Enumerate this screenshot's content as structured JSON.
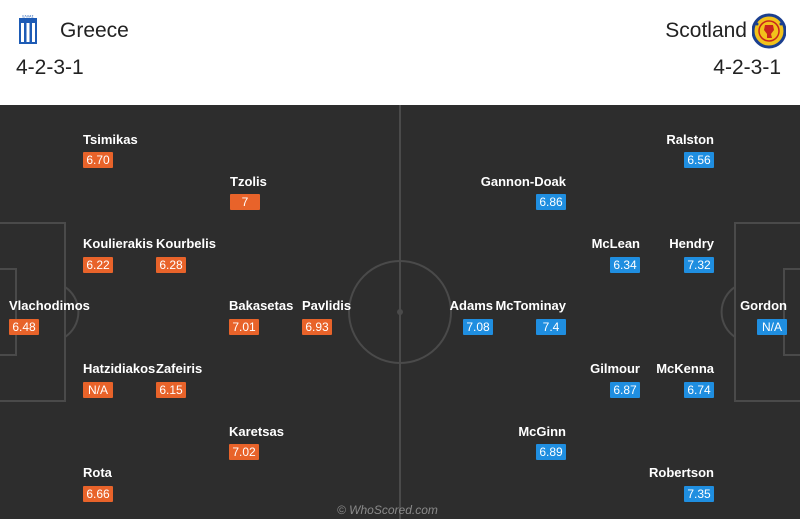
{
  "home": {
    "name": "Greece",
    "formation": "4-2-3-1",
    "flag_text": "ΕΛΛΑΣ",
    "players": [
      {
        "name": "Tsimikas",
        "rating": "6.70"
      },
      {
        "name": "Tzolis",
        "rating": "7"
      },
      {
        "name": "Koulierakis",
        "rating": "6.22"
      },
      {
        "name": "Kourbelis",
        "rating": "6.28"
      },
      {
        "name": "Vlachodimos",
        "rating": "6.48"
      },
      {
        "name": "Bakasetas",
        "rating": "7.01"
      },
      {
        "name": "Pavlidis",
        "rating": "6.93"
      },
      {
        "name": "Hatzidiakos",
        "rating": "N/A"
      },
      {
        "name": "Zafeiris",
        "rating": "6.15"
      },
      {
        "name": "Karetsas",
        "rating": "7.02"
      },
      {
        "name": "Rota",
        "rating": "6.66"
      }
    ]
  },
  "away": {
    "name": "Scotland",
    "formation": "4-2-3-1",
    "players": [
      {
        "name": "Ralston",
        "rating": "6.56"
      },
      {
        "name": "Gannon-Doak",
        "rating": "6.86"
      },
      {
        "name": "McLean",
        "rating": "6.34"
      },
      {
        "name": "Hendry",
        "rating": "7.32"
      },
      {
        "name": "Adams",
        "rating": "7.08"
      },
      {
        "name": "McTominay",
        "rating": "7.4"
      },
      {
        "name": "Gordon",
        "rating": "N/A"
      },
      {
        "name": "Gilmour",
        "rating": "6.87"
      },
      {
        "name": "McKenna",
        "rating": "6.74"
      },
      {
        "name": "McGinn",
        "rating": "6.89"
      },
      {
        "name": "Robertson",
        "rating": "7.35"
      }
    ]
  },
  "watermark": "© WhoScored.com",
  "colors": {
    "home_rating": "#e8632a",
    "away_rating": "#1f8ee0",
    "pitch": "#2d2d2d"
  }
}
